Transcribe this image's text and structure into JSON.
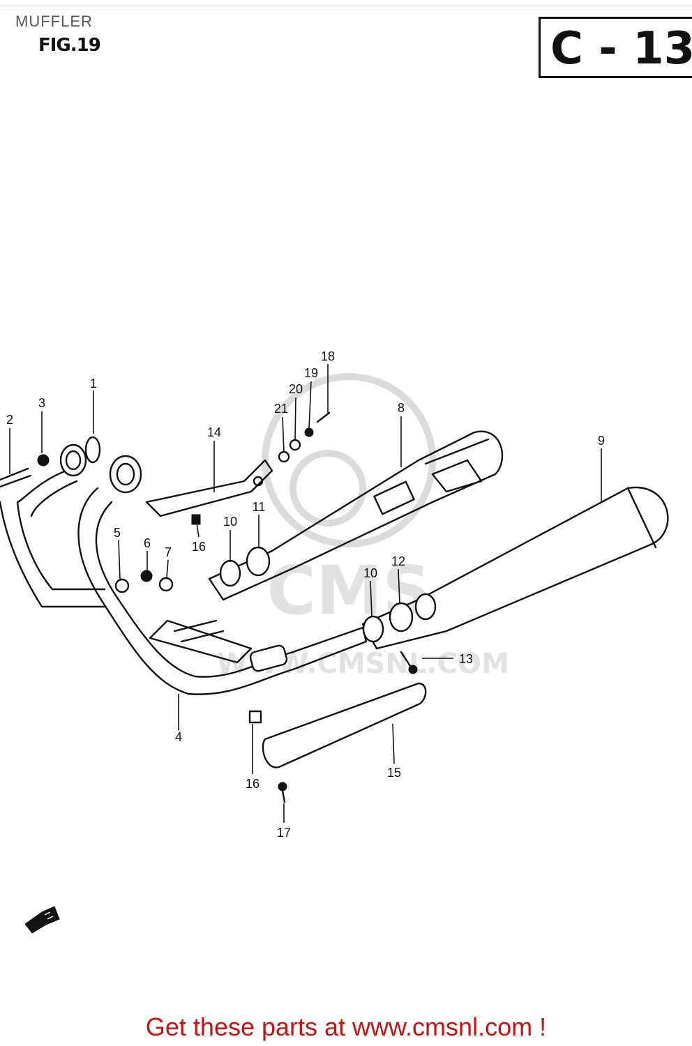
{
  "header": {
    "section_title": "MUFFLER",
    "figure_label": "FIG.19",
    "diagram_code": "C - 13"
  },
  "watermark": {
    "logo_text": "CMS",
    "site_text": "WWW.CMSNL.COM"
  },
  "callouts": [
    "1",
    "2",
    "3",
    "4",
    "5",
    "6",
    "7",
    "8",
    "9",
    "10",
    "10",
    "11",
    "12",
    "13",
    "14",
    "15",
    "16",
    "16",
    "17",
    "18",
    "19",
    "20",
    "21"
  ],
  "icons": {
    "direction_arrow": "front-direction-arrow-icon"
  },
  "footer": {
    "link_text": "Get these parts at www.cmsnl.com !"
  },
  "colors": {
    "footer_link": "#cc1010",
    "line_art": "#111111",
    "watermark": "#dcdcdc"
  }
}
